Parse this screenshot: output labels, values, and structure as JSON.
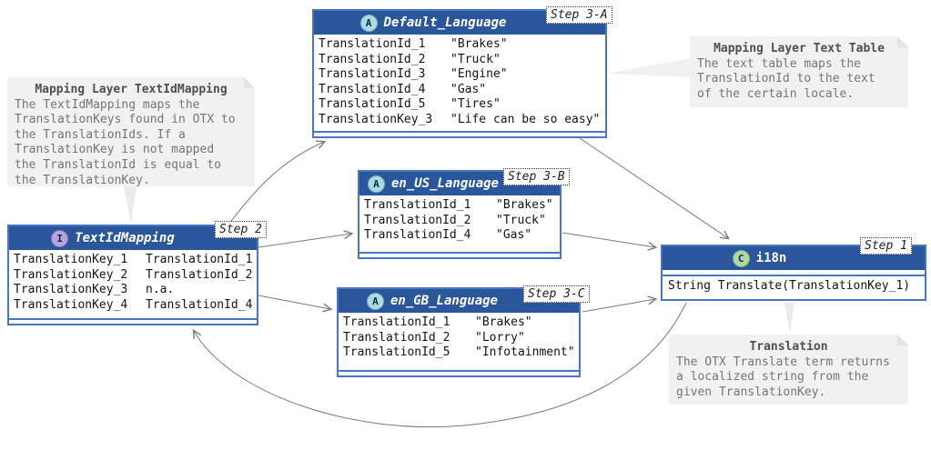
{
  "diagram": {
    "boxes": {
      "default_language": {
        "icon_letter": "A",
        "icon_kind": "abstract",
        "title": "Default_Language",
        "step": "Step 3-A",
        "rows": [
          [
            "TranslationId_1",
            "\"Brakes\""
          ],
          [
            "TranslationId_2",
            "\"Truck\""
          ],
          [
            "TranslationId_3",
            "\"Engine\""
          ],
          [
            "TranslationId_4",
            "\"Gas\""
          ],
          [
            "TranslationId_5",
            "\"Tires\""
          ],
          [
            "TranslationKey_3",
            "\"Life can be so easy\""
          ]
        ]
      },
      "en_us": {
        "icon_letter": "A",
        "icon_kind": "abstract",
        "title": "en_US_Language",
        "step": "Step 3-B",
        "rows": [
          [
            "TranslationId_1",
            "\"Brakes\""
          ],
          [
            "TranslationId_2",
            "\"Truck\""
          ],
          [
            "TranslationId_4",
            "\"Gas\""
          ]
        ]
      },
      "en_gb": {
        "icon_letter": "A",
        "icon_kind": "abstract",
        "title": "en_GB_Language",
        "step": "Step 3-C",
        "rows": [
          [
            "TranslationId_1",
            "\"Brakes\""
          ],
          [
            "TranslationId_2",
            "\"Lorry\""
          ],
          [
            "TranslationId_5",
            "\"Infotainment\""
          ]
        ]
      },
      "textidmapping": {
        "icon_letter": "I",
        "icon_kind": "interface",
        "title": "TextIdMapping",
        "step": "Step 2",
        "rows": [
          [
            "TranslationKey_1",
            "TranslationId_1"
          ],
          [
            "TranslationKey_2",
            "TranslationId_2"
          ],
          [
            "TranslationKey_3",
            "n.a."
          ],
          [
            "TranslationKey_4",
            "TranslationId_4"
          ]
        ]
      },
      "i18n": {
        "icon_letter": "C",
        "icon_kind": "class",
        "title": "i18n",
        "step": "Step 1",
        "method": "String Translate(TranslationKey_1)"
      }
    },
    "notes": {
      "textidmapping": {
        "title": "Mapping Layer TextIdMapping",
        "body": "The TextIdMapping maps the\nTranslationKeys found in OTX to\nthe TranslationIds. If a\nTranslationKey is not mapped\nthe TranslationId is equal to\nthe TranslationKey."
      },
      "text_table": {
        "title": "Mapping Layer Text Table",
        "body": "The text table maps the\nTranslationId to the text\nof the certain locale."
      },
      "translation": {
        "title": "Translation",
        "body": "The OTX Translate term returns\na localized string from the\ngiven TranslationKey."
      }
    },
    "colors": {
      "header_bg": "#2A579C",
      "box_border": "#4876C7",
      "icon_abstract_bg": "#A9DCE0",
      "icon_interface_bg": "#B7A4DE",
      "icon_class_bg": "#B2D6A5",
      "note_bg": "#F1F1F1",
      "note_text": "#757575",
      "arrow": "#7a7a7a"
    }
  }
}
